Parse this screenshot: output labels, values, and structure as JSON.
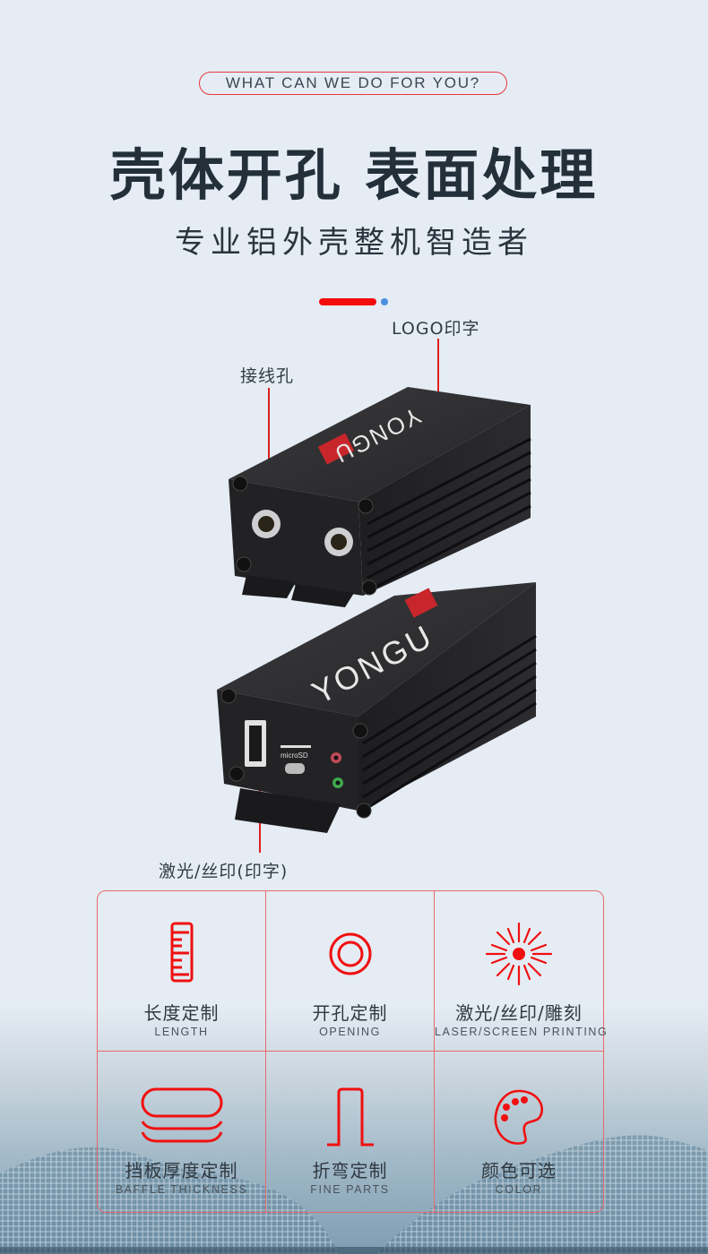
{
  "header": {
    "tagline": "WHAT CAN WE DO FOR YOU?",
    "title": "壳体开孔 表面处理",
    "subtitle": "专业铝外壳整机智造者"
  },
  "colors": {
    "accent_red": "#f20c0c",
    "accent_blue": "#4b8fe0",
    "background": "#e5ecf4",
    "text_dark": "#23303a",
    "border_red": "#e86a6c"
  },
  "product": {
    "brand_text": "YONGU",
    "port_labels": [
      "microSD"
    ],
    "callouts": [
      {
        "label": "LOGO印字"
      },
      {
        "label": "接线孔"
      },
      {
        "label": "激光/丝印(印字)"
      }
    ]
  },
  "features": [
    {
      "icon": "ruler-icon",
      "cn": "长度定制",
      "en": "LENGTH"
    },
    {
      "icon": "concentric-circle-icon",
      "cn": "开孔定制",
      "en": "OPENING"
    },
    {
      "icon": "laser-burst-icon",
      "cn": "激光/丝印/雕刻",
      "en": "LASER/SCREEN PRINTING"
    },
    {
      "icon": "stacked-layers-icon",
      "cn": "挡板厚度定制",
      "en": "BAFFLE THICKNESS"
    },
    {
      "icon": "bend-profile-icon",
      "cn": "折弯定制",
      "en": "FINE PARTS"
    },
    {
      "icon": "palette-icon",
      "cn": "颜色可选",
      "en": "COLOR"
    }
  ]
}
